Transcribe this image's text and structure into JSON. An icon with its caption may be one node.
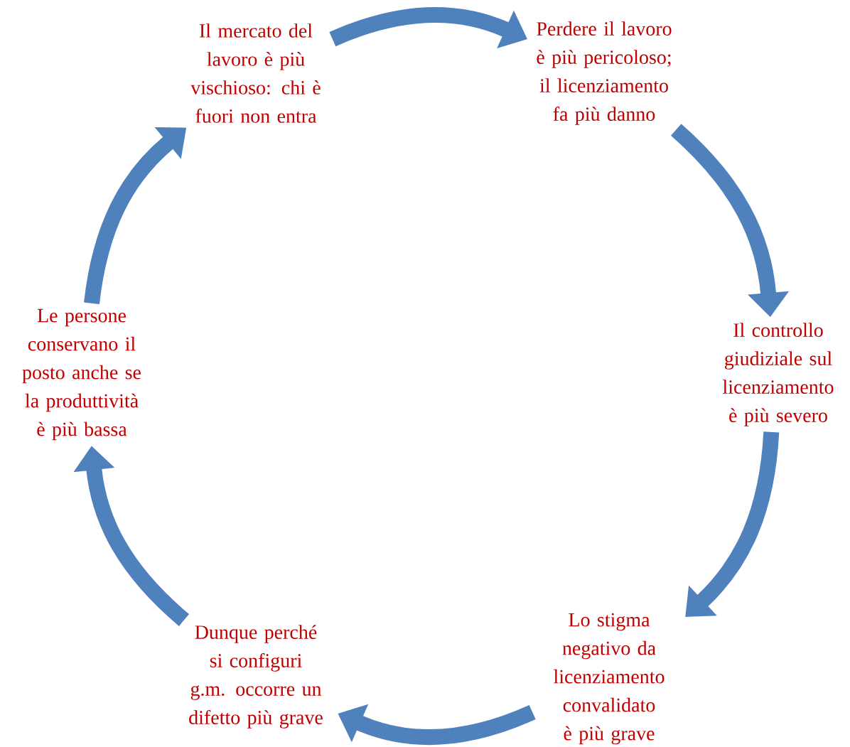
{
  "diagram": {
    "nodes": [
      {
        "text": [
          "Il mercato del lavoro è più vischioso: chi è fuori non entra"
        ]
      },
      {
        "text": [
          "Perdere il lavoro è più pericoloso; il licenziamento fa più danno"
        ]
      },
      {
        "text": [
          "Il controllo giudiziale sul licenziamento è più severo"
        ]
      },
      {
        "text": [
          "Lo stigma negativo da licenziamento convalidato è più grave"
        ]
      },
      {
        "text": [
          "Dunque perché si configuri g.m. occorre un difetto più grave"
        ]
      },
      {
        "text": [
          "Le persone conservano il posto anche se la produttività è più bassa"
        ]
      }
    ],
    "edges": [
      {
        "from": 0,
        "to": 1,
        "arrow": "to"
      },
      {
        "from": 1,
        "to": 2,
        "arrow": "to"
      },
      {
        "from": 2,
        "to": 3,
        "arrow": "to"
      },
      {
        "from": 3,
        "to": 4,
        "arrow": "to"
      },
      {
        "from": 4,
        "to": 5,
        "arrow": "to"
      },
      {
        "from": 5,
        "to": 0,
        "arrow": "to"
      }
    ]
  }
}
